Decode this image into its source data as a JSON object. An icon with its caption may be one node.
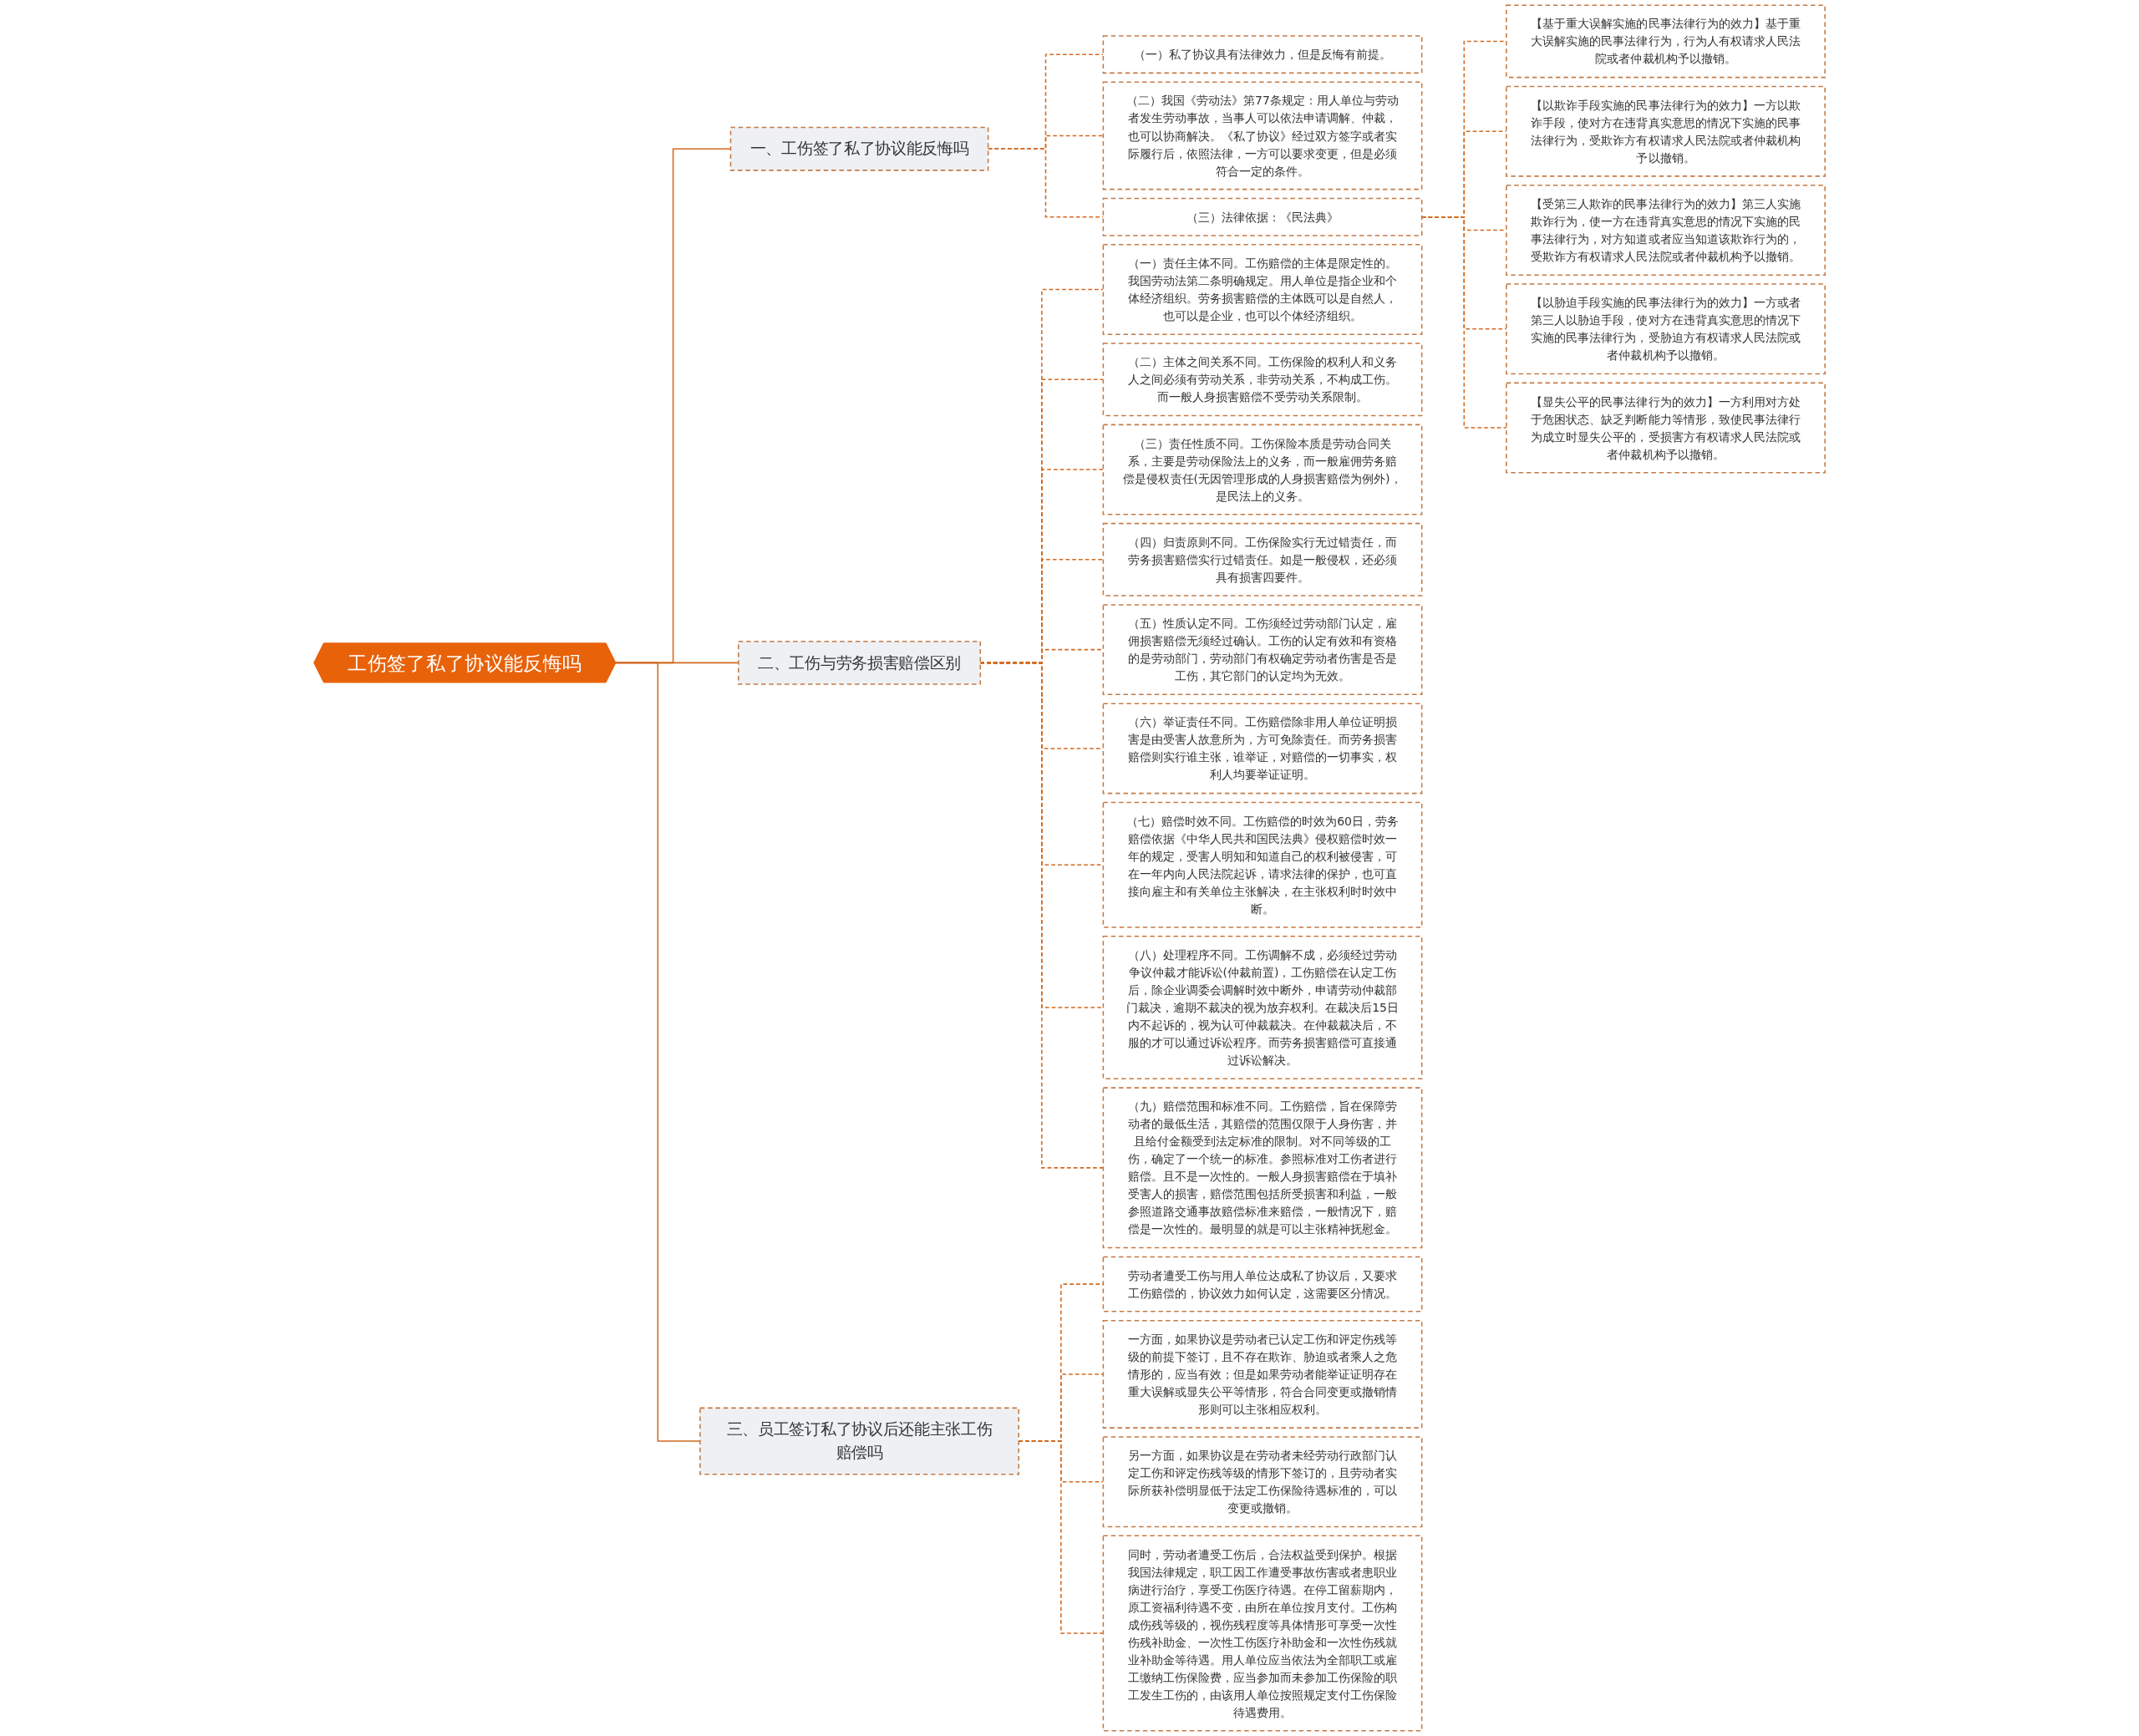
{
  "diagram": {
    "nodes": [
      {
        "text": [
          "工伤签了私了协议能反悔吗"
        ]
      },
      {
        "text": [
          "一、工伤签了私了协议能反悔吗"
        ]
      },
      {
        "text": [
          "（一）私了协议具有法律效力，但是反悔有前提。"
        ]
      },
      {
        "text": [
          "（二）我国《劳动法》第77条规定：用人单位与劳动者发生劳动事故，当事人可以依法申请调解、仲裁，也可以协商解决。《私了协议》经过双方签字或者实际履行后，依照法律，一方可以要求变更，但是必须符合一定的条件。"
        ]
      },
      {
        "text": [
          "（三）法律依据：《民法典》"
        ]
      },
      {
        "text": [
          "【基于重大误解实施的民事法律行为的效力】基于重大误解实施的民事法律行为，行为人有权请求人民法院或者仲裁机构予以撤销。"
        ]
      },
      {
        "text": [
          "【以欺诈手段实施的民事法律行为的效力】一方以欺诈手段，使对方在违背真实意思的情况下实施的民事法律行为，受欺诈方有权请求人民法院或者仲裁机构予以撤销。"
        ]
      },
      {
        "text": [
          "【受第三人欺诈的民事法律行为的效力】第三人实施欺诈行为，使一方在违背真实意思的情况下实施的民事法律行为，对方知道或者应当知道该欺诈行为的，受欺诈方有权请求人民法院或者仲裁机构予以撤销。"
        ]
      },
      {
        "text": [
          "【以胁迫手段实施的民事法律行为的效力】一方或者第三人以胁迫手段，使对方在违背真实意思的情况下实施的民事法律行为，受胁迫方有权请求人民法院或者仲裁机构予以撤销。"
        ]
      },
      {
        "text": [
          "【显失公平的民事法律行为的效力】一方利用对方处于危困状态、缺乏判断能力等情形，致使民事法律行为成立时显失公平的，受损害方有权请求人民法院或者仲裁机构予以撤销。"
        ]
      },
      {
        "text": [
          "二、工伤与劳务损害赔偿区别"
        ]
      },
      {
        "text": [
          "（一）责任主体不同。工伤赔偿的主体是限定性的。我国劳动法第二条明确规定。用人单位是指企业和个体经济组织。劳务损害赔偿的主体既可以是自然人，也可以是企业，也可以个体经济组织。"
        ]
      },
      {
        "text": [
          "（二）主体之间关系不同。工伤保险的权利人和义务人之间必须有劳动关系，非劳动关系，不构成工伤。而一般人身损害赔偿不受劳动关系限制。"
        ]
      },
      {
        "text": [
          "（三）责任性质不同。工伤保险本质是劳动合同关系，主要是劳动保险法上的义务，而一般雇佣劳务赔偿是侵权责任(无因管理形成的人身损害赔偿为例外)，是民法上的义务。"
        ]
      },
      {
        "text": [
          "（四）归责原则不同。工伤保险实行无过错责任，而劳务损害赔偿实行过错责任。如是一般侵权，还必须具有损害四要件。"
        ]
      },
      {
        "text": [
          "（五）性质认定不同。工伤须经过劳动部门认定，雇佣损害赔偿无须经过确认。工伤的认定有效和有资格的是劳动部门，劳动部门有权确定劳动者伤害是否是工伤，其它部门的认定均为无效。"
        ]
      },
      {
        "text": [
          "（六）举证责任不同。工伤赔偿除非用人单位证明损害是由受害人故意所为，方可免除责任。而劳务损害赔偿则实行谁主张，谁举证，对赔偿的一切事实，权利人均要举证证明。"
        ]
      },
      {
        "text": [
          "（七）赔偿时效不同。工伤赔偿的时效为60日，劳务赔偿依据《中华人民共和国民法典》侵权赔偿时效一年的规定，受害人明知和知道自己的权利被侵害，可在一年内向人民法院起诉，请求法律的保护，也可直接向雇主和有关单位主张解决，在主张权利时时效中断。"
        ]
      },
      {
        "text": [
          "（八）处理程序不同。工伤调解不成，必须经过劳动争议仲裁才能诉讼(仲裁前置)，工伤赔偿在认定工伤后，除企业调委会调解时效中断外，申请劳动仲裁部门裁决，逾期不裁决的视为放弃权利。在裁决后15日内不起诉的，视为认可仲裁裁决。在仲裁裁决后，不服的才可以通过诉讼程序。而劳务损害赔偿可直接通过诉讼解决。"
        ]
      },
      {
        "text": [
          "（九）赔偿范围和标准不同。工伤赔偿，旨在保障劳动者的最低生活，其赔偿的范围仅限于人身伤害，并且给付金额受到法定标准的限制。对不同等级的工伤，确定了一个统一的标准。参照标准对工伤者进行赔偿。且不是一次性的。一般人身损害赔偿在于填补受害人的损害，赔偿范围包括所受损害和利益，一般参照道路交通事故赔偿标准来赔偿，一般情况下，赔偿是一次性的。最明显的就是可以主张精神抚慰金。"
        ]
      },
      {
        "text": [
          "三、员工签订私了协议后还能主张工伤赔偿吗"
        ]
      },
      {
        "text": [
          "劳动者遭受工伤与用人单位达成私了协议后，又要求工伤赔偿的，协议效力如何认定，这需要区分情况。"
        ]
      },
      {
        "text": [
          "一方面，如果协议是劳动者已认定工伤和评定伤残等级的前提下签订，且不存在欺诈、胁迫或者乘人之危情形的，应当有效；但是如果劳动者能举证证明存在重大误解或显失公平等情形，符合合同变更或撤销情形则可以主张相应权利。"
        ]
      },
      {
        "text": [
          "另一方面，如果协议是在劳动者未经劳动行政部门认定工伤和评定伤残等级的情形下签订的，且劳动者实际所获补偿明显低于法定工伤保险待遇标准的，可以变更或撤销。"
        ]
      },
      {
        "text": [
          "同时，劳动者遭受工伤后，合法权益受到保护。根据我国法律规定，职工因工作遭受事故伤害或者患职业病进行治疗，享受工伤医疗待遇。在停工留薪期内，原工资福利待遇不变，由所在单位按月支付。工伤构成伤残等级的，视伤残程度等具体情形可享受一次性伤残补助金、一次性工伤医疗补助金和一次性伤残就业补助金等待遇。用人单位应当依法为全部职工或雇工缴纳工伤保险费，应当参加而未参加工伤保险的职工发生工伤的，由该用人单位按照规定支付工伤保险待遇费用。"
        ]
      }
    ],
    "edges": [
      {
        "from": 0,
        "to": 1,
        "arrow": "none"
      },
      {
        "from": 1,
        "to": 2,
        "arrow": "none",
        "style": "dashed"
      },
      {
        "from": 1,
        "to": 3,
        "arrow": "none",
        "style": "dashed"
      },
      {
        "from": 1,
        "to": 4,
        "arrow": "none",
        "style": "dashed"
      },
      {
        "from": 4,
        "to": 5,
        "arrow": "none",
        "style": "dashed"
      },
      {
        "from": 4,
        "to": 6,
        "arrow": "none",
        "style": "dashed"
      },
      {
        "from": 4,
        "to": 7,
        "arrow": "none",
        "style": "dashed"
      },
      {
        "from": 4,
        "to": 8,
        "arrow": "none",
        "style": "dashed"
      },
      {
        "from": 4,
        "to": 9,
        "arrow": "none",
        "style": "dashed"
      },
      {
        "from": 0,
        "to": 10,
        "arrow": "none"
      },
      {
        "from": 10,
        "to": 11,
        "arrow": "none",
        "style": "dashed"
      },
      {
        "from": 10,
        "to": 12,
        "arrow": "none",
        "style": "dashed"
      },
      {
        "from": 10,
        "to": 13,
        "arrow": "none",
        "style": "dashed"
      },
      {
        "from": 10,
        "to": 14,
        "arrow": "none",
        "style": "dashed"
      },
      {
        "from": 10,
        "to": 15,
        "arrow": "none",
        "style": "dashed"
      },
      {
        "from": 10,
        "to": 16,
        "arrow": "none",
        "style": "dashed"
      },
      {
        "from": 10,
        "to": 17,
        "arrow": "none",
        "style": "dashed"
      },
      {
        "from": 10,
        "to": 18,
        "arrow": "none",
        "style": "dashed"
      },
      {
        "from": 10,
        "to": 19,
        "arrow": "none",
        "style": "dashed"
      },
      {
        "from": 0,
        "to": 20,
        "arrow": "none"
      },
      {
        "from": 20,
        "to": 21,
        "arrow": "none",
        "style": "dashed"
      },
      {
        "from": 20,
        "to": 22,
        "arrow": "none",
        "style": "dashed"
      },
      {
        "from": 20,
        "to": 23,
        "arrow": "none",
        "style": "dashed"
      },
      {
        "from": 20,
        "to": 24,
        "arrow": "none",
        "style": "dashed"
      }
    ]
  }
}
